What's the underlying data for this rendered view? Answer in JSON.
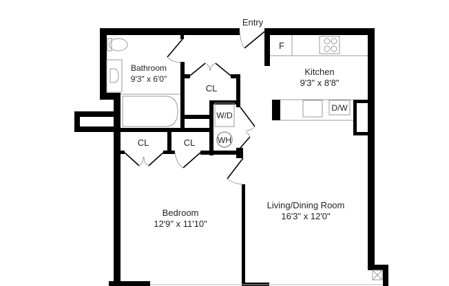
{
  "plan": {
    "entry_label": "Entry",
    "colors": {
      "wall": "#000000",
      "fixture": "#9a9a9a",
      "text": "#222222",
      "background": "#ffffff"
    },
    "rooms": [
      {
        "id": "bathroom",
        "name": "Bathroom",
        "dims": "9'3\" x 6'0\""
      },
      {
        "id": "kitchen",
        "name": "Kitchen",
        "dims": "9'3\" x 8'8\""
      },
      {
        "id": "bedroom",
        "name": "Bedroom",
        "dims": "12'9\" x 11'10\""
      },
      {
        "id": "living",
        "name": "Living/Dining Room",
        "dims": "16'3\" x 12'0\""
      }
    ],
    "closets": {
      "cl1": "CL",
      "cl2": "CL",
      "cl3": "CL"
    },
    "fixtures": {
      "fridge": "F",
      "dishwasher": "D/W",
      "washer_dryer": "W/D",
      "water_heater": "WH"
    }
  }
}
